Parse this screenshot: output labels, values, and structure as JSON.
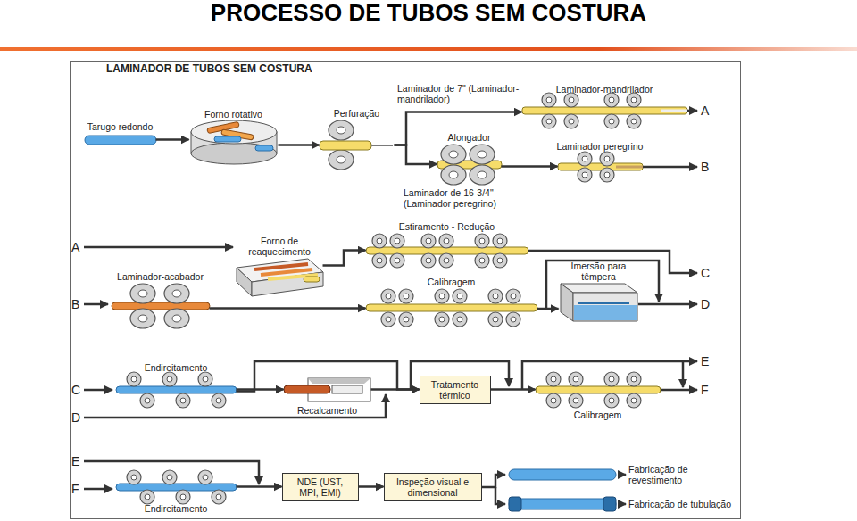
{
  "diagram": {
    "title": "PROCESSO DE TUBOS SEM COSTURA",
    "nodes": [
      {
        "text": [
          "LAMINADOR DE TUBOS SEM COSTURA"
        ]
      },
      {
        "text": [
          "Tarugo redondo"
        ],
        "in": 0
      },
      {
        "text": [
          "Forno rotativo"
        ],
        "in": 0
      },
      {
        "text": [
          "Perfuração"
        ],
        "in": 0
      },
      {
        "text": [
          "Laminador-mandrilador"
        ],
        "in": 0
      },
      {
        "text": [
          "Alongador"
        ],
        "in": 0
      },
      {
        "text": [
          "Laminador peregrino"
        ],
        "in": 0
      },
      {
        "text": [
          "Forno de reaquecimento"
        ],
        "in": 0
      },
      {
        "text": [
          "Laminador-acabador"
        ],
        "in": 0
      },
      {
        "text": [
          "Estiramento - Redução"
        ],
        "in": 0
      },
      {
        "text": [
          "Calibragem"
        ],
        "in": 0
      },
      {
        "text": [
          "Imersão para têmpera"
        ],
        "in": 0
      },
      {
        "text": [
          "Endireitamento"
        ],
        "in": 0
      },
      {
        "text": [
          "Recalcamento"
        ],
        "in": 0
      },
      {
        "text": [
          "Tratamento térmico"
        ],
        "in": 0
      },
      {
        "text": [
          "Calibragem"
        ],
        "in": 0
      },
      {
        "text": [
          "Endireitamento"
        ],
        "in": 0
      },
      {
        "text": [
          "NDE (UST, MPI, EMI)"
        ],
        "in": 0
      },
      {
        "text": [
          "Inspeção visual e dimensional"
        ],
        "in": 0
      }
    ],
    "edges": [
      {
        "from": 1,
        "to": 2,
        "arrow": "to"
      },
      {
        "from": 2,
        "to": 3,
        "arrow": "to"
      },
      {
        "from": 3,
        "to": 4,
        "arrow": "to"
      },
      {
        "from": 3,
        "to": 5,
        "arrow": "to"
      },
      {
        "from": 5,
        "to": 6,
        "arrow": "to"
      },
      {
        "from": 7,
        "to": 9,
        "arrow": "to"
      },
      {
        "from": 8,
        "to": 10,
        "arrow": "to"
      },
      {
        "from": 10,
        "to": 11,
        "arrow": "to"
      },
      {
        "from": 12,
        "to": 13,
        "arrow": "to"
      },
      {
        "from": 12,
        "to": 14,
        "arrow": "to"
      },
      {
        "from": 13,
        "to": 14,
        "arrow": "to"
      },
      {
        "from": 14,
        "to": 15,
        "arrow": "to"
      },
      {
        "from": 16,
        "to": 17,
        "arrow": "to"
      },
      {
        "from": 17,
        "to": 18,
        "arrow": "to"
      }
    ],
    "labels": [
      "Laminador de 7\" (Laminador-mandrilador)",
      "Laminador de 16-3/4\" (Laminador peregrino)",
      "A",
      "B",
      "A",
      "B",
      "C",
      "D",
      "C",
      "D",
      "E",
      "F",
      "E",
      "F",
      "Fabricação de revestimento",
      "Fabricação de tubulação"
    ]
  }
}
